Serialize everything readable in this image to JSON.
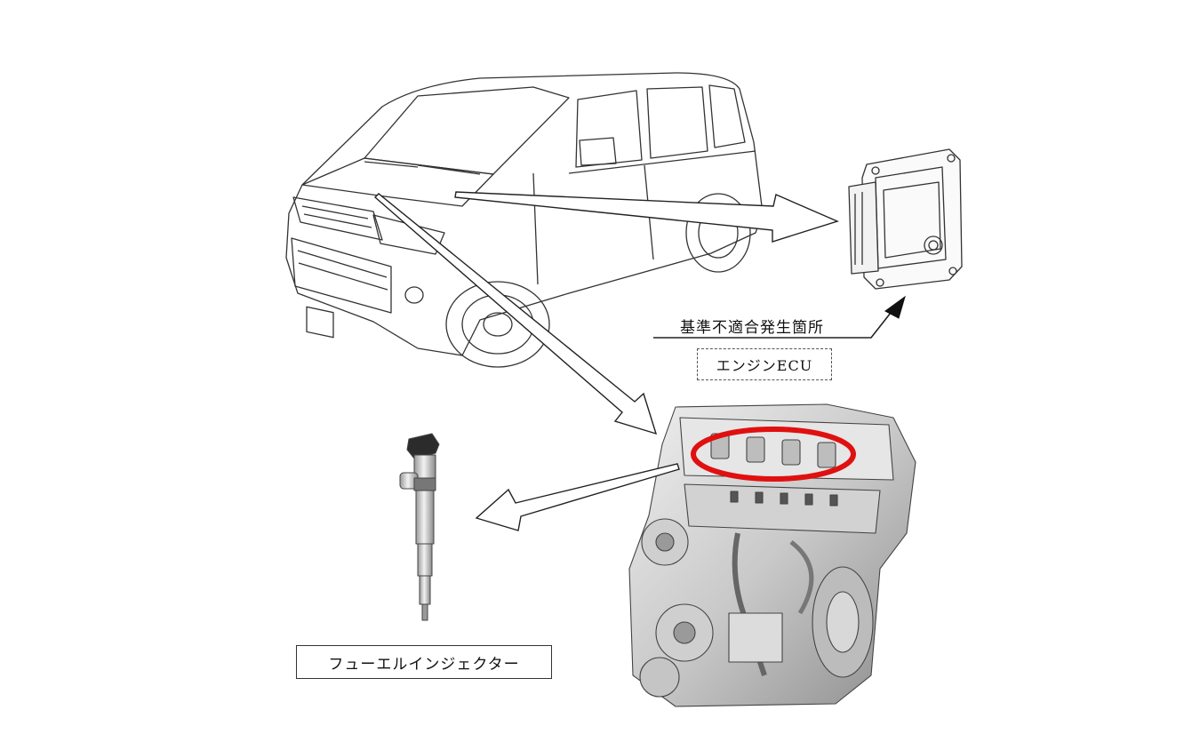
{
  "labels": {
    "defect_location": "基準不適合発生箇所",
    "ecu": "エンジンECU",
    "injector": "フューエルインジェクター"
  },
  "colors": {
    "highlight_ring": "#e01010",
    "line": "#222222",
    "engine_shade": "#b9b9b9"
  },
  "illustrations": [
    "van-illustration",
    "ecu-illustration",
    "engine-illustration",
    "fuel-injector-illustration"
  ]
}
